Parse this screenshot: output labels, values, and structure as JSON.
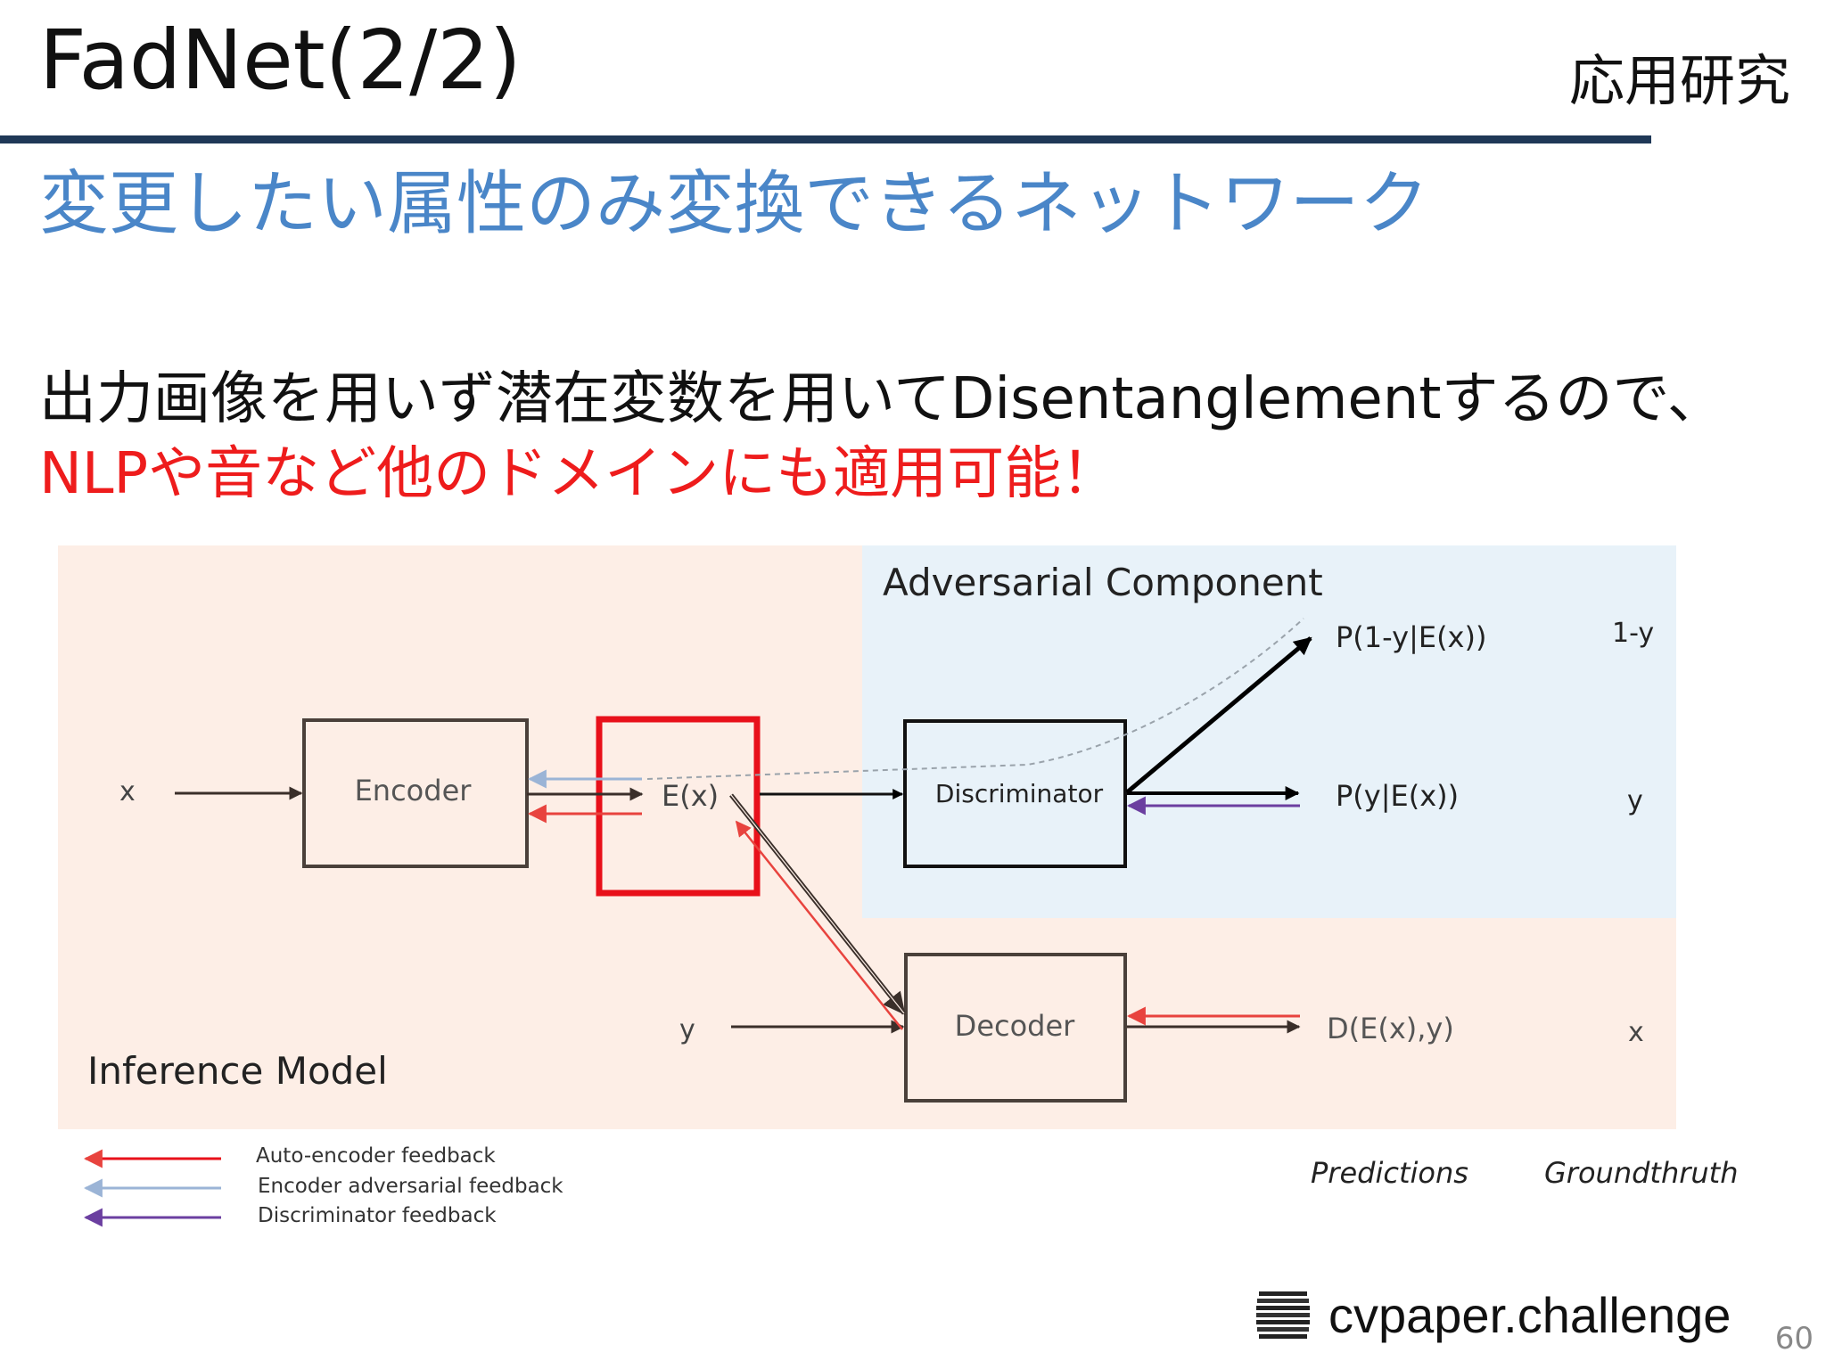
{
  "slide": {
    "title": "FadNet(2/2)",
    "category": "応用研究",
    "subtitle": "変更したい属性のみ変換できるネットワーク",
    "body_line1": "出力画像を用いず潜在変数を用いてDisentanglementするので、",
    "body_line2": "NLPや音など他のドメインにも適用可能！",
    "page_number": "60"
  },
  "brand": {
    "name": "cvpaper.challenge"
  },
  "diagram": {
    "adversarial_component_label": "Adversarial Component",
    "inference_model_label": "Inference Model",
    "input_x": "x",
    "input_y": "y",
    "encoder": "Encoder",
    "latent": "E(x)",
    "discriminator": "Discriminator",
    "decoder": "Decoder",
    "pred_flip": "P(1-y|E(x))",
    "pred_y": "P(y|E(x))",
    "pred_recon": "D(E(x),y)",
    "truth_flip": "1-y",
    "truth_y": "y",
    "truth_x": "x",
    "predictions_header": "Predictions",
    "groundtruth_header": "Groundthruth",
    "legend": {
      "auto_encoder": "Auto-encoder feedback",
      "encoder_adversarial": "Encoder adversarial feedback",
      "discriminator": "Discriminator feedback"
    },
    "colors": {
      "inference_bg": "#fdeee6",
      "adversarial_bg": "#e8f2f9",
      "highlight": "#e8101a",
      "auto_encoder_feedback": "#e8433e",
      "encoder_adversarial_feedback": "#9bb4d6",
      "discriminator_feedback": "#6b3fa0"
    }
  }
}
